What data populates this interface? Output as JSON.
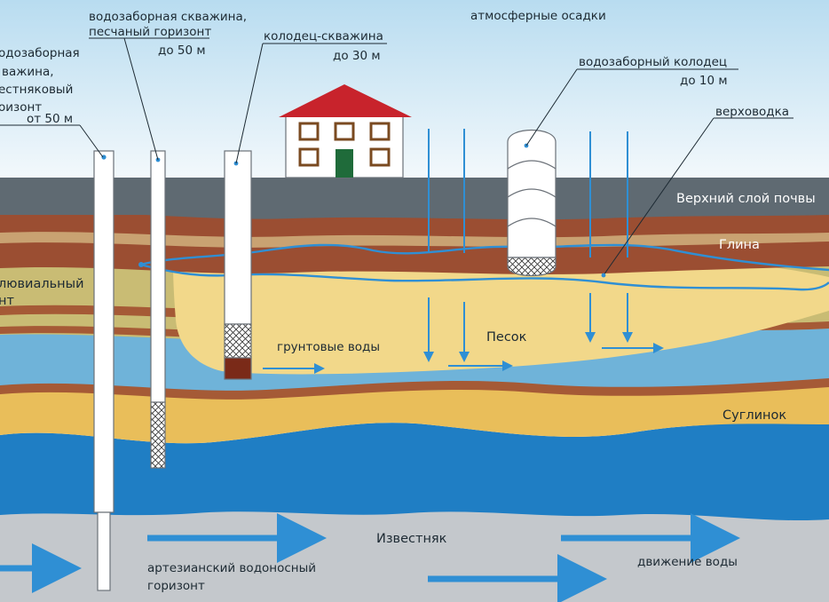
{
  "labels": {
    "well_limestone_l1": "одозаборная",
    "well_limestone_l2": "важина,",
    "well_limestone_l3": "естняковый",
    "well_limestone_l4": "оизонт",
    "well_limestone_depth": "от 50 м",
    "well_sand_l1": "водозаборная скважина,",
    "well_sand_l2": "песчаный горизонт",
    "well_sand_depth": "до 50 м",
    "well_shaft_l1": "колодец-скважина",
    "well_shaft_depth": "до 30 м",
    "precipitation": "атмосферные осадки",
    "well_dug_l1": "водозаборный колодец",
    "well_dug_depth": "до 10 м",
    "perched_water": "верховодка",
    "topsoil": "Верхний слой почвы",
    "clay": "Глина",
    "alluvial_l1": "лювиальный",
    "alluvial_l2": "нт",
    "groundwater": "грунтовые воды",
    "sand": "Песок",
    "loam": "Суглинок",
    "limestone": "Известняк",
    "artesian_l1": "артезианский водоносный",
    "artesian_l2": "горизонт",
    "water_flow": "движение воды"
  },
  "colors": {
    "sky_top": "#b8dcf0",
    "sky_bottom": "#f4f9fc",
    "topsoil": "#5f6a72",
    "clay": "#9b4e32",
    "sand_light": "#f2d88a",
    "sand_deep": "#e9be5a",
    "alluvial": "#c9bc74",
    "groundwater": "#6fb3d9",
    "artesian": "#1f7ec4",
    "limestone": "#c4c8cc",
    "arrow": "#2f8fd4",
    "house_roof": "#c8232c",
    "house_door": "#1f6b3a"
  }
}
